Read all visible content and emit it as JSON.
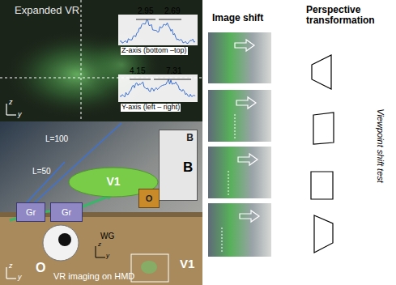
{
  "diagram": {
    "nodes": [
      {
        "text": [
          "B"
        ]
      },
      {
        "text": [
          "V1"
        ]
      },
      {
        "text": [
          "O"
        ]
      },
      {
        "text": [
          "Gr"
        ]
      },
      {
        "text": [
          "Gr"
        ]
      }
    ],
    "labels": [
      "Expanded VR",
      "z",
      "y",
      "2.95",
      "2.69",
      "Z-axis (bottom –top)",
      "4.15",
      "7.31",
      "Y-axis (left – right)",
      "Image shift",
      "Perspective transformation",
      "Viewpoint shift test",
      "L=100",
      "L=50",
      "B",
      "WG",
      "z",
      "y",
      "V1",
      "O",
      "VR imaging on HMD",
      "z",
      "y"
    ]
  }
}
